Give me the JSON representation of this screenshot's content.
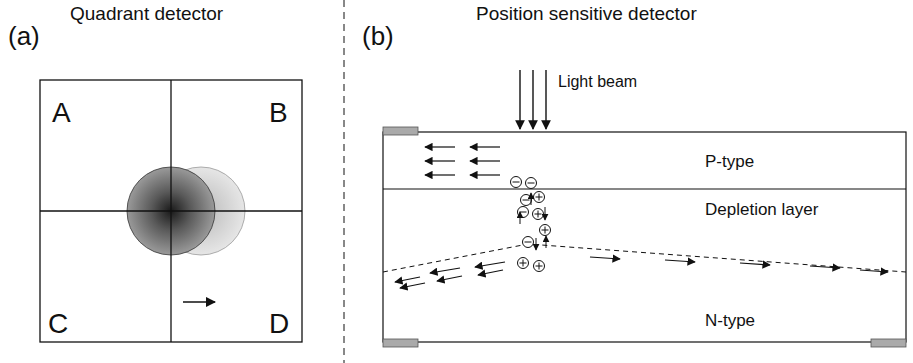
{
  "diagram": {
    "nodes": [
      {
        "text": [
          "A"
        ]
      },
      {
        "text": [
          "B"
        ]
      },
      {
        "text": [
          "C"
        ]
      },
      {
        "text": [
          "D"
        ]
      },
      {
        "text": [
          "P-type"
        ]
      },
      {
        "text": [
          "Depletion layer"
        ]
      },
      {
        "text": [
          "N-type"
        ]
      }
    ],
    "labels": [
      "Quadrant detector",
      "(a)",
      "Position sensitive detector",
      "(b)",
      "Light beam"
    ]
  }
}
